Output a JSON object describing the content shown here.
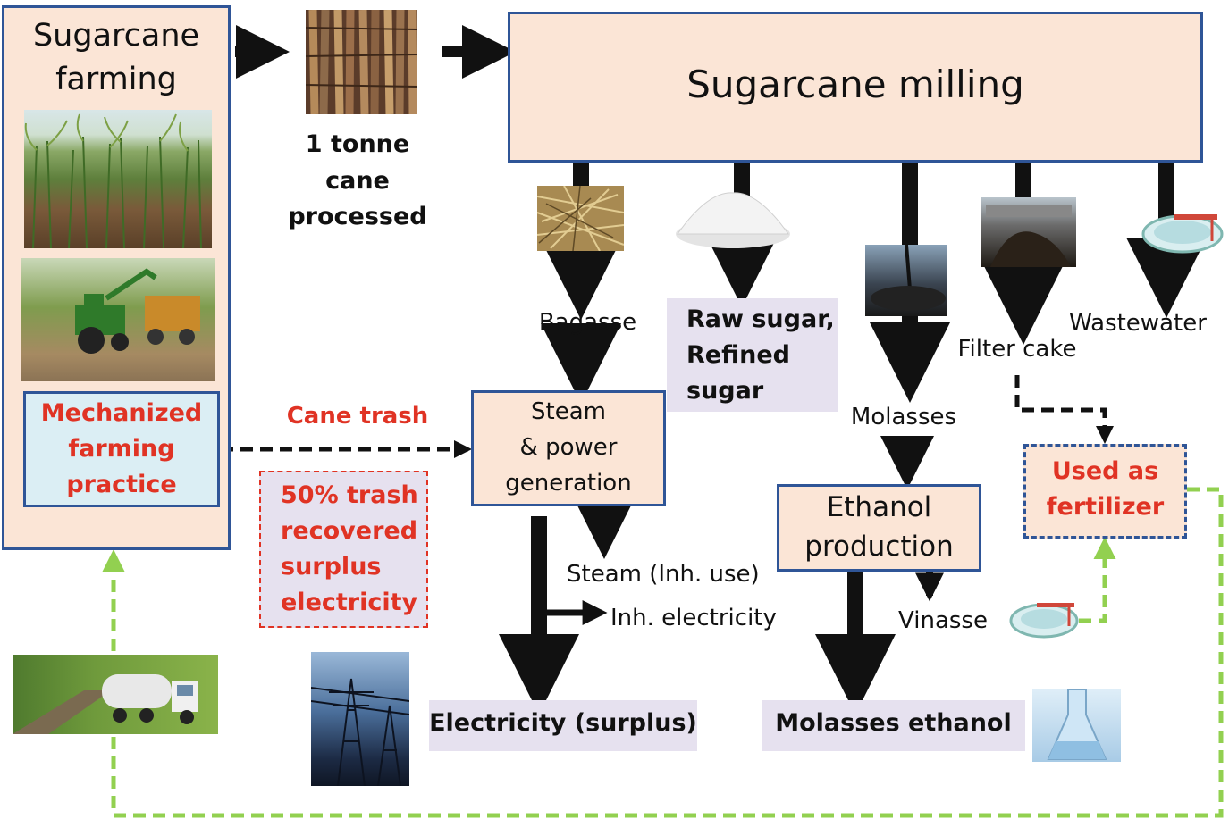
{
  "farming": {
    "title_line1": "Sugarcane",
    "title_line2": "farming",
    "mechanized_line1": "Mechanized",
    "mechanized_line2": "farming",
    "mechanized_line3": "practice"
  },
  "cane": {
    "line1": "1 tonne",
    "line2": "cane",
    "line3": "processed"
  },
  "milling": {
    "title": "Sugarcane milling"
  },
  "outputs": {
    "bagasse": "Bagasse",
    "sugar_line1": "Raw sugar,",
    "sugar_line2": "Refined",
    "sugar_line3": "sugar",
    "molasses": "Molasses",
    "filter_cake": "Filter cake",
    "wastewater": "Wastewater"
  },
  "steam": {
    "line1": "Steam",
    "line2": "& power",
    "line3": "generation",
    "steam_use": "Steam (Inh. use)",
    "inh_electricity": "Inh. electricity"
  },
  "trash": {
    "cane_trash": "Cane trash",
    "note_line1": "50% trash",
    "note_line2": "recovered",
    "note_line3": "surplus",
    "note_line4": "electricity"
  },
  "ethanol": {
    "line1": "Ethanol",
    "line2": "production",
    "vinasse": "Vinasse"
  },
  "fertilizer": {
    "line1": "Used as",
    "line2": "fertilizer"
  },
  "products": {
    "electricity": "Electricity (surplus)",
    "molasses_ethanol": "Molasses ethanol"
  },
  "icons": [
    "sugarcane-field-photo",
    "harvester-photo",
    "cane-stalks-photo",
    "bagasse-photo",
    "sugar-pile-photo",
    "molasses-photo",
    "filter-press-photo",
    "clarifier-icon",
    "power-tower-photo",
    "tanker-truck-photo",
    "flask-photo"
  ],
  "colors": {
    "peach": "#fbe5d6",
    "lavender": "#e6e1ef",
    "light_blue": "#dbeef4",
    "border_blue": "#2f5597",
    "red_text": "#e03324",
    "green_dash": "#92d050"
  }
}
